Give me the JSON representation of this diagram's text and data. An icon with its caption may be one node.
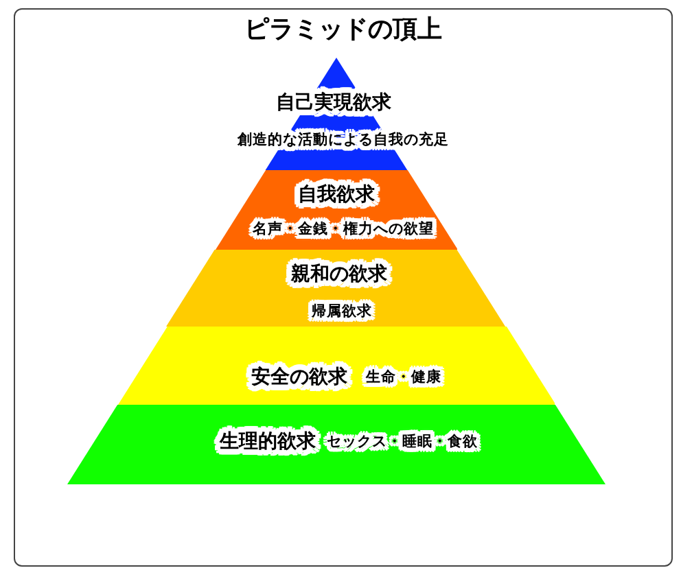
{
  "diagram": {
    "title": "ピラミッドの頂上",
    "nodes": [
      {
        "text": [
          "自己実現欲求",
          "創造的な活動による自我の充足"
        ]
      },
      {
        "text": [
          "自我欲求",
          "名声・金銭・権力への欲望"
        ]
      },
      {
        "text": [
          "親和の欲求",
          "帰属欲求"
        ]
      },
      {
        "text": [
          "安全の欲求",
          "生命・健康"
        ]
      },
      {
        "text": [
          "生理的欲求",
          "セックス・睡眠・食欲"
        ]
      }
    ]
  }
}
